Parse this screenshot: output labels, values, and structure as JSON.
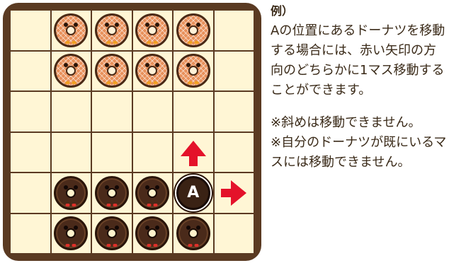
{
  "example_label": "例）",
  "paragraphs": [
    "Aの位置にあるドーナツを移動する場合には、赤い矢印の方向のどちらかに1マス移動することができます。"
  ],
  "notes": [
    "※斜めは移動できません。",
    "※自分のドーナツが既にいるマスには移動できません。"
  ],
  "selected_piece_label": "A",
  "colors": {
    "board_frame": "#5a3a22",
    "cell": "#fff6d5",
    "arrow": "#e4122a"
  },
  "board": {
    "rows": 6,
    "cols": 6,
    "cells": [
      [
        "empty",
        "light",
        "light",
        "light",
        "light",
        "empty"
      ],
      [
        "empty",
        "light",
        "light",
        "light",
        "light",
        "empty"
      ],
      [
        "empty",
        "empty",
        "empty",
        "empty",
        "empty",
        "empty"
      ],
      [
        "empty",
        "empty",
        "empty",
        "empty",
        "arrow-up",
        "empty"
      ],
      [
        "empty",
        "dark",
        "dark",
        "dark",
        "selected",
        "arrow-right"
      ],
      [
        "empty",
        "dark",
        "dark",
        "dark",
        "dark",
        "empty"
      ]
    ]
  }
}
